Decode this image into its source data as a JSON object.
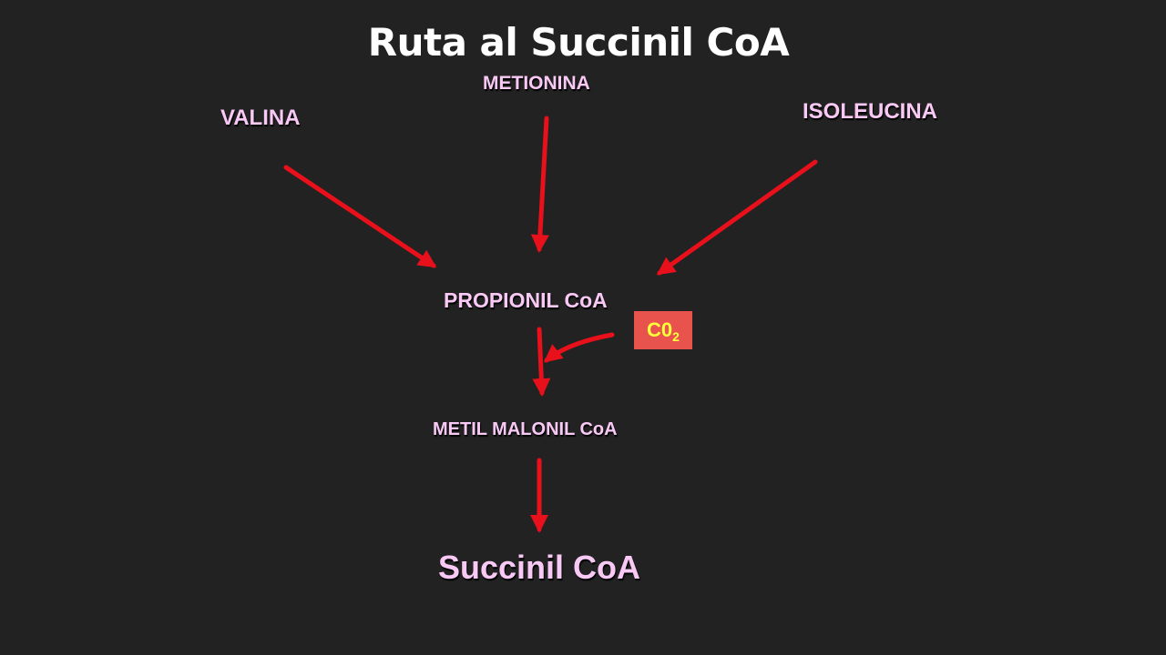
{
  "title": "Ruta al Succinil CoA",
  "nodes": {
    "valina": "VALINA",
    "metionina": "METIONINA",
    "isoleucina": "ISOLEUCINA",
    "propionil": "PROPIONIL CoA",
    "metil_malonil": "METIL MALONIL CoA",
    "succinil": "Succinil CoA"
  },
  "cofactor": {
    "main": "C0",
    "subscript": "2"
  },
  "colors": {
    "background": "#222222",
    "arrow": "#e8101a",
    "node_text": "#f9c9f5",
    "cofactor_box": "#e8534e",
    "cofactor_text": "#ffff3a"
  }
}
